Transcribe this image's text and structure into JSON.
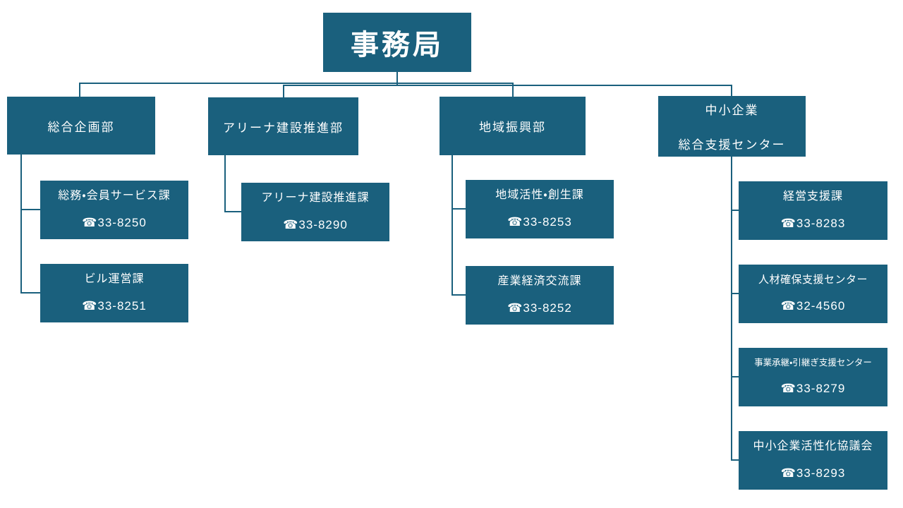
{
  "colors": {
    "box_fill": "#1A607D",
    "connector": "#1A607D",
    "text_on_box": "#FFFFFF",
    "background": "#FFFFFF"
  },
  "root": {
    "label": "事務局"
  },
  "departments": [
    {
      "label": "総合企画部",
      "children": [
        {
          "name": "総務・会員サービス課",
          "phone": "☎33-8250"
        },
        {
          "name": "ビル運営課",
          "phone": "☎33-8251"
        }
      ]
    },
    {
      "label": "アリーナ建設推進部",
      "children": [
        {
          "name": "アリーナ建設推進課",
          "phone": "☎33-8290"
        }
      ]
    },
    {
      "label": "地域振興部",
      "children": [
        {
          "name": "地域活性・創生課",
          "phone": "☎33-8253"
        },
        {
          "name": "産業経済交流課",
          "phone": "☎33-8252"
        }
      ]
    },
    {
      "label1": "中小企業",
      "label2": "総合支援センター",
      "children": [
        {
          "name": "経営支援課",
          "phone": "☎33-8283"
        },
        {
          "name": "人材確保支援センター",
          "phone": "☎32-4560"
        },
        {
          "name": "事業承継・引継ぎ支援センター",
          "phone": "☎33-8279"
        },
        {
          "name": "中小企業活性化協議会",
          "phone": "☎33-8293"
        }
      ]
    }
  ]
}
